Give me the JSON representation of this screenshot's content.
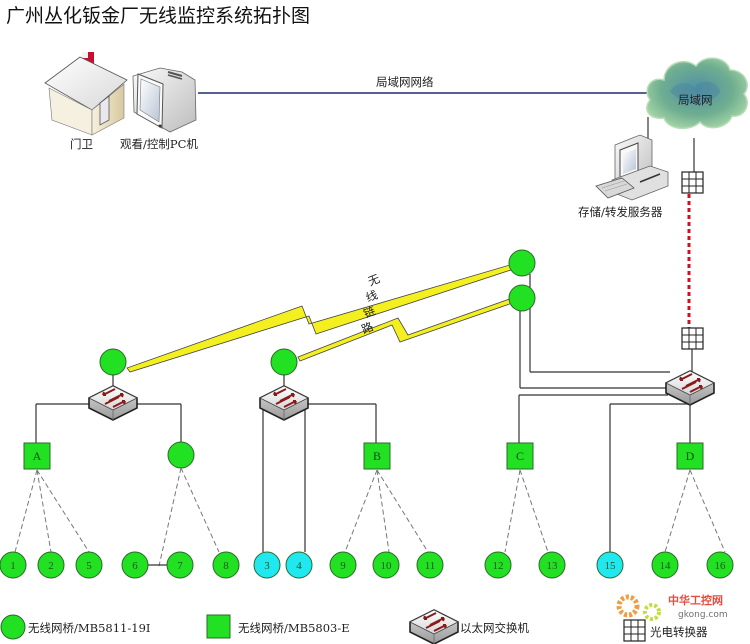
{
  "title": "广州丛化钣金厂无线监控系统拓扑图",
  "top": {
    "guard_label": "门卫",
    "pc_label": "观看/控制PC机",
    "lan_link_label": "局域网网络",
    "cloud_label": "局域网",
    "server_label": "存储/转发服务器"
  },
  "wireless_link_label": [
    "无",
    "线",
    "链",
    "路"
  ],
  "bridges_5803": [
    "A",
    "B",
    "C",
    "D"
  ],
  "endpoints": [
    "1",
    "2",
    "5",
    "6",
    "7",
    "8",
    "3",
    "4",
    "9",
    "10",
    "11",
    "12",
    "13",
    "15",
    "14",
    "16"
  ],
  "colors": {
    "bridge_green": "#22e022",
    "wired_cyan": "#20e8f0",
    "fiber_red": "#d01020",
    "lightning_yellow": "#f4f020",
    "lan_line": "#1f2a6a"
  },
  "legend": {
    "circle_label": "无线网桥/MB5811-19I",
    "square_label": "无线网桥/MB5803-E",
    "switch_label": "以太网交换机",
    "converter_label": "光电转换器"
  },
  "watermark": {
    "brand": "中华工控网",
    "domain": "gkong.com"
  }
}
